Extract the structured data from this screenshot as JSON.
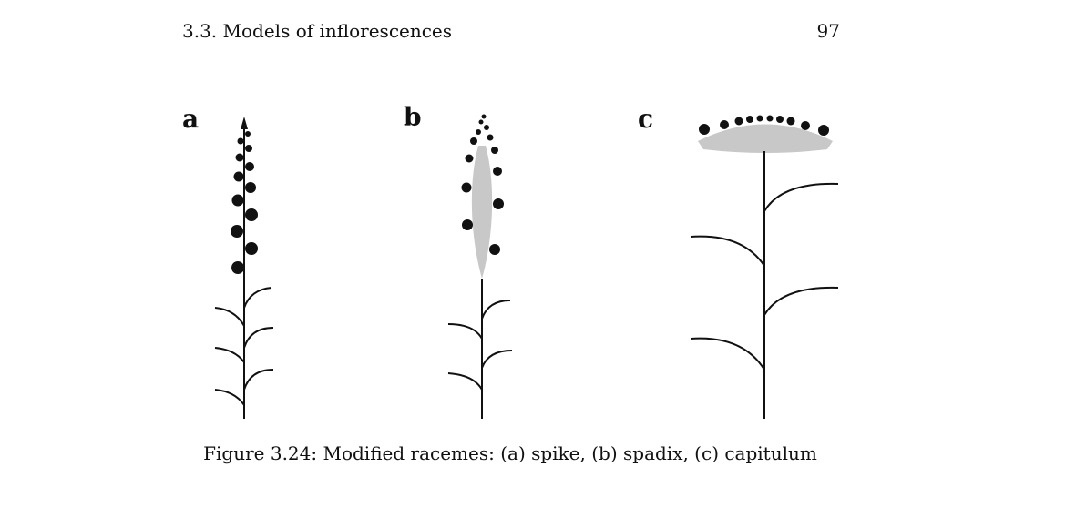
{
  "header": {
    "section_title": "3.3.  Models of inflorescences",
    "page_number": "97"
  },
  "figure": {
    "panels": [
      {
        "label": "a"
      },
      {
        "label": "b"
      },
      {
        "label": "c"
      }
    ],
    "caption": "Figure 3.24: Modified racemes: (a) spike, (b) spadix, (c) capitulum"
  }
}
